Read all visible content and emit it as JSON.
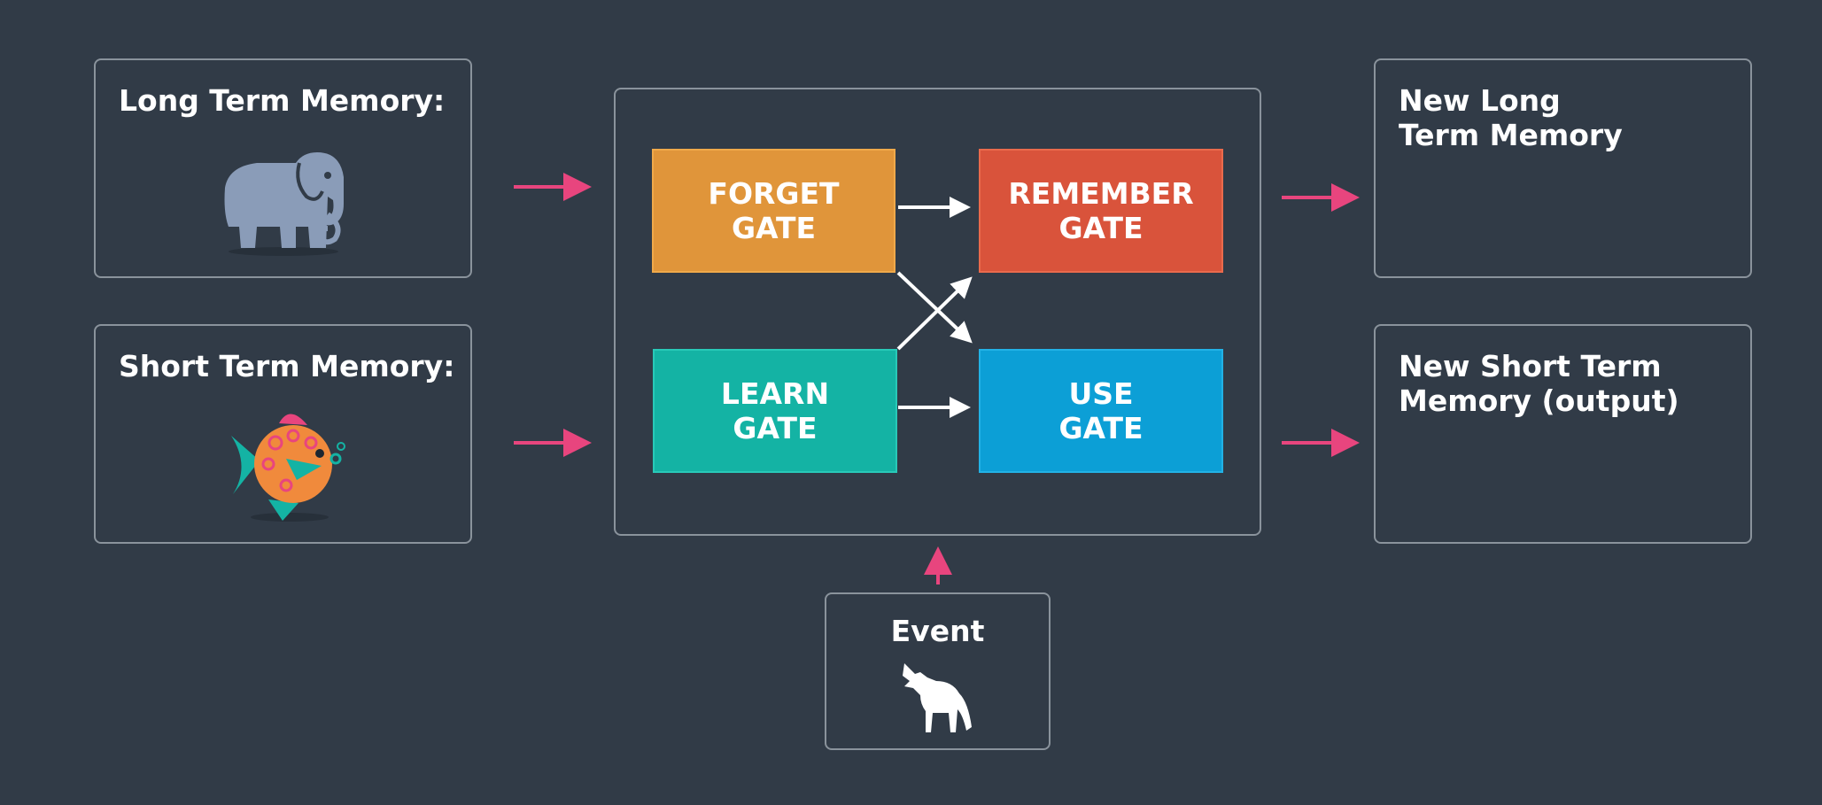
{
  "inputs": {
    "long_term_memory": {
      "label": "Long Term Memory:",
      "icon": "elephant-icon"
    },
    "short_term_memory": {
      "label": "Short Term Memory:",
      "icon": "fish-icon"
    },
    "event": {
      "label": "Event",
      "icon": "wolf-icon"
    }
  },
  "gates": {
    "forget": {
      "label": "FORGET\nGATE",
      "fill": "#e0953a",
      "border": "#f0a94a"
    },
    "remember": {
      "label": "REMEMBER\nGATE",
      "fill": "#d9533b",
      "border": "#ea6a4c"
    },
    "learn": {
      "label": "LEARN\nGATE",
      "fill": "#14b3a4",
      "border": "#28c9b8"
    },
    "use": {
      "label": "USE\nGATE",
      "fill": "#0c9fd6",
      "border": "#22b2e6"
    }
  },
  "outputs": {
    "new_long_term_memory": {
      "label": "New Long\nTerm Memory"
    },
    "new_short_term_memory": {
      "label": "New Short Term\nMemory (output)"
    }
  },
  "colors": {
    "background": "#313b47",
    "box_border": "#8a939c",
    "input_arrow": "#e8457e",
    "gate_arrow": "#ffffff"
  }
}
